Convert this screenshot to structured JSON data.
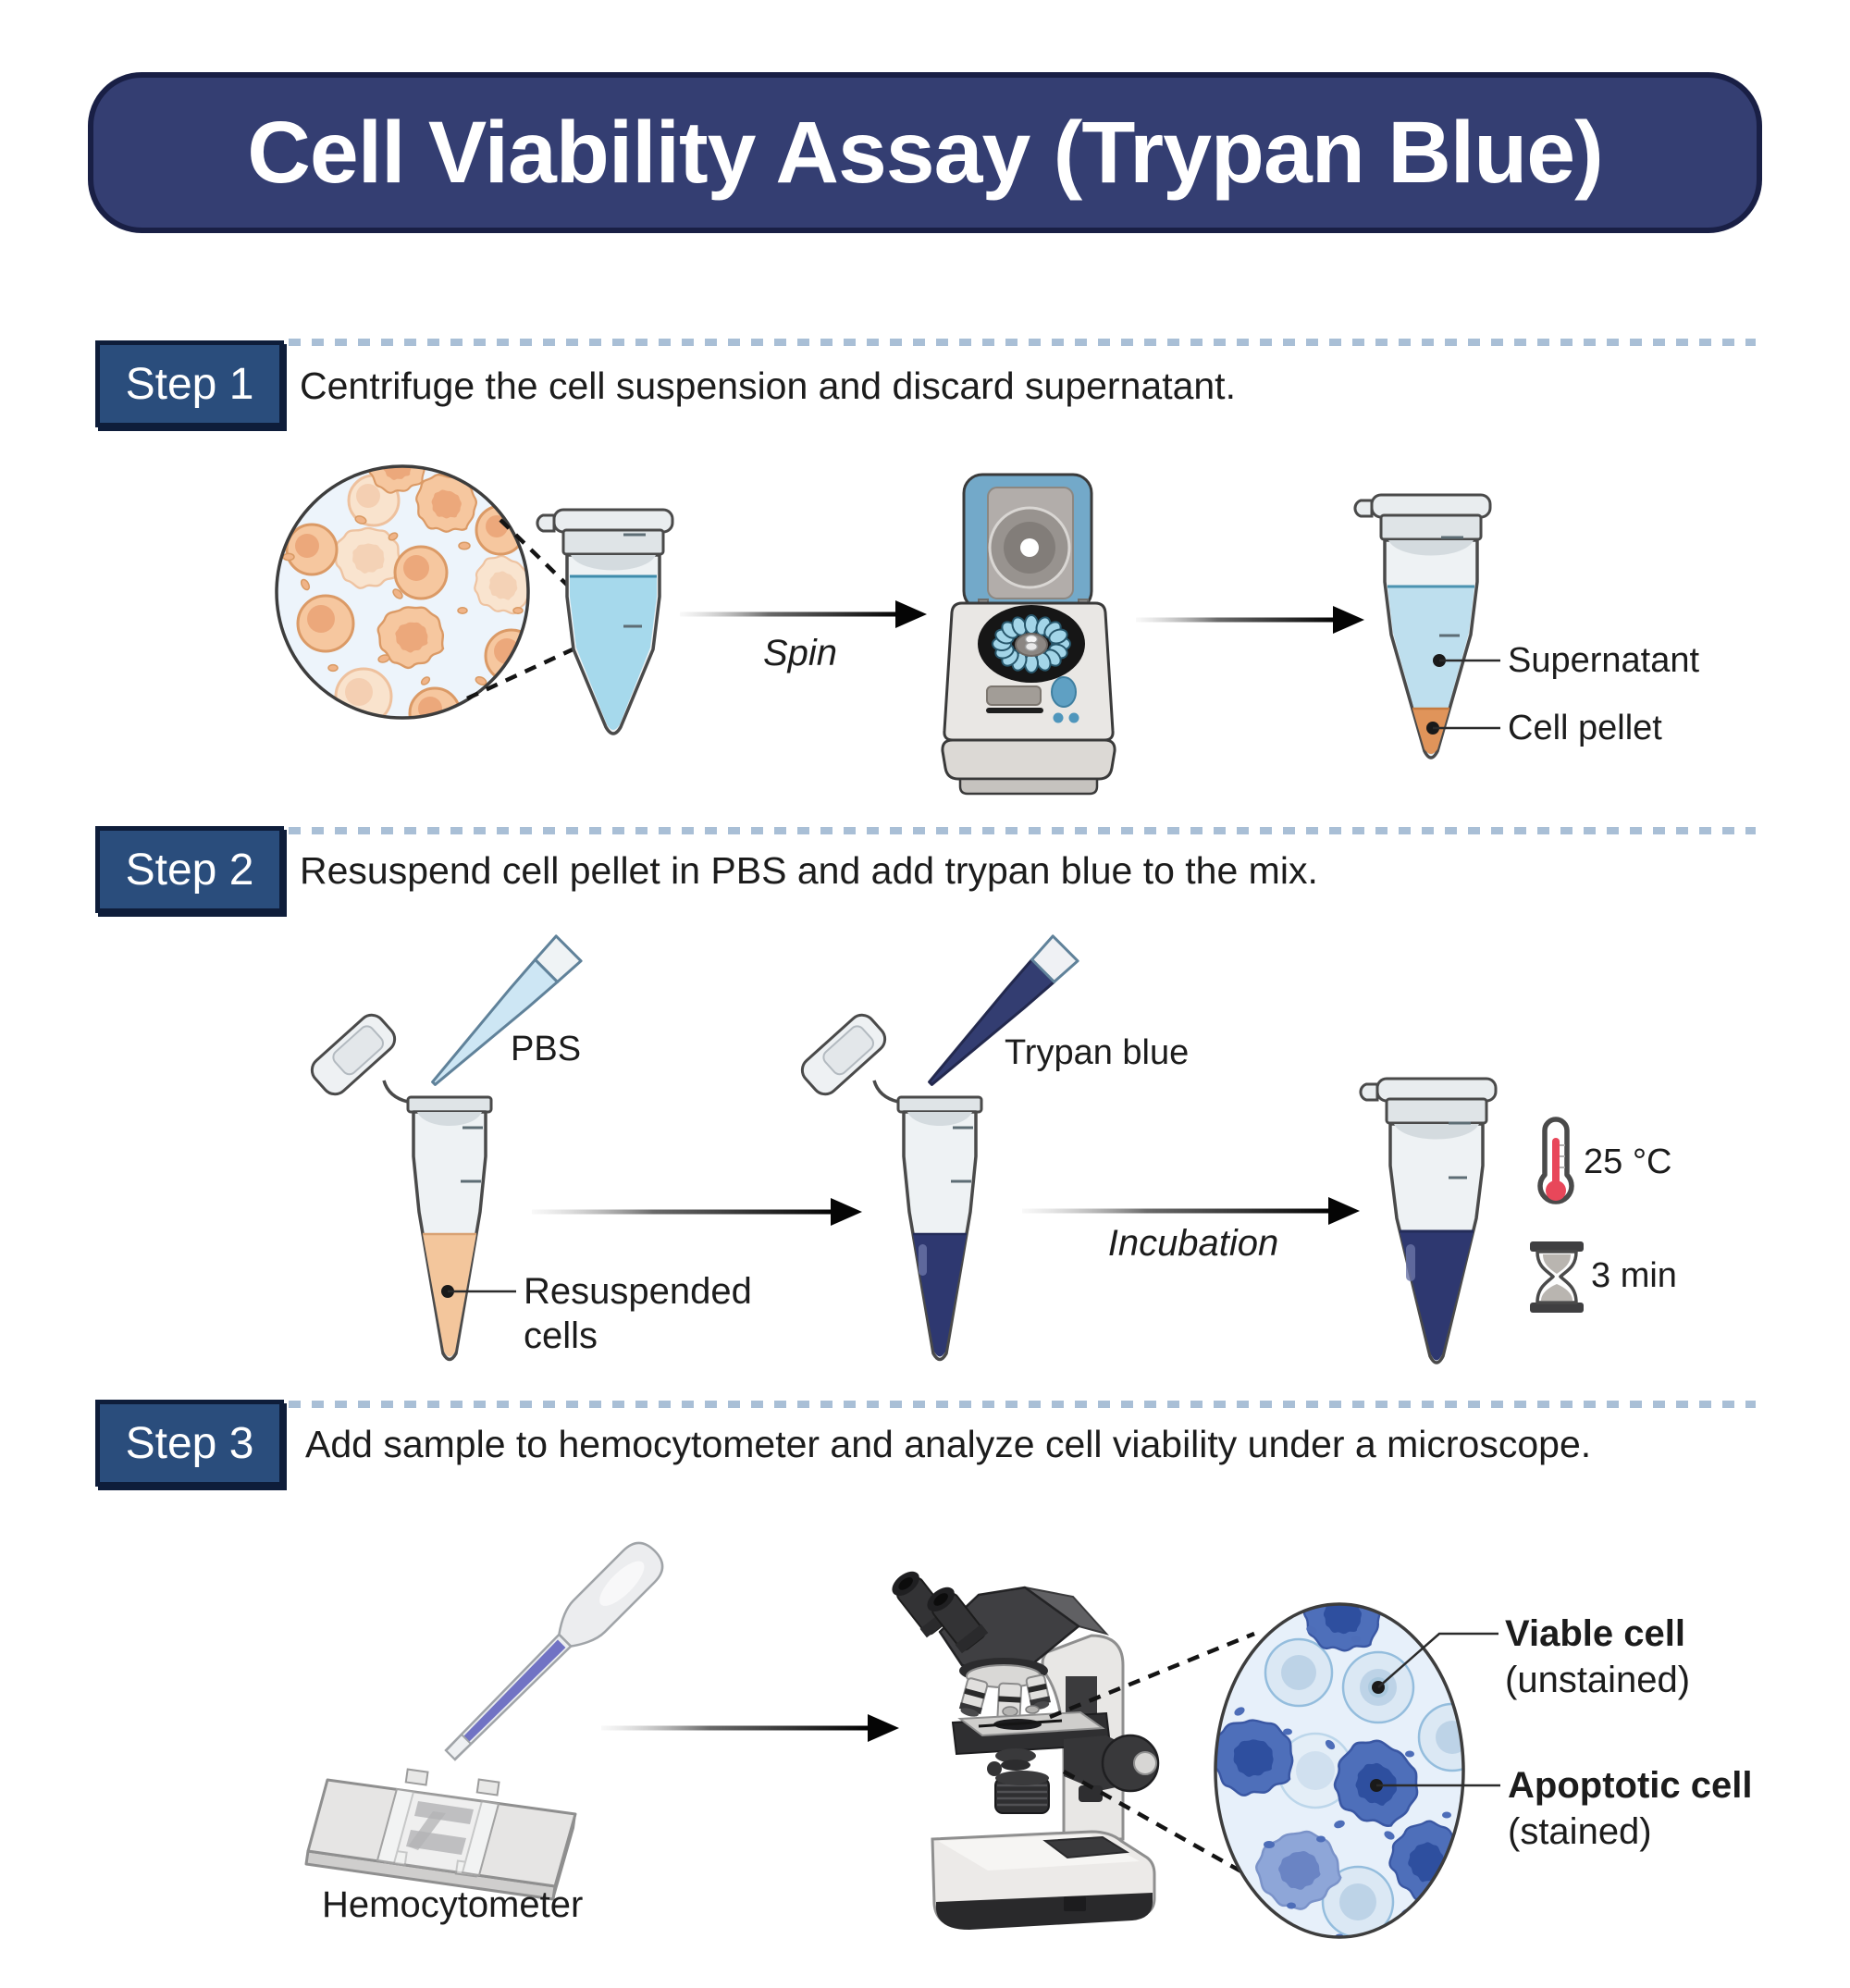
{
  "title": "Cell Viability Assay (Trypan Blue)",
  "colors": {
    "title_bg": "#343e72",
    "title_border": "#191f45",
    "step_badge_bg": "#2a4d7c",
    "step_badge_border": "#0e1d3a",
    "dotted_separator": "#a9bfd6",
    "text": "#1c1c1c",
    "pbs_liquid_blue": "#a6d9ec",
    "trypan_blue": "#2e3870",
    "cell_suspension_orange": "#f3c69c",
    "cell_pellet_orange": "#e0945a",
    "viable_cell_blue": "#d8e6f2",
    "stained_cell_blue": "#4d6db8",
    "thermometer_red": "#e8475a"
  },
  "steps": [
    {
      "label": "Step 1",
      "description": "Centrifuge the cell suspension and discard supernatant.",
      "annotations": {
        "spin": "Spin",
        "supernatant": "Supernatant",
        "cell_pellet": "Cell pellet"
      }
    },
    {
      "label": "Step 2",
      "description": "Resuspend cell pellet in PBS and add trypan blue to the mix.",
      "annotations": {
        "pbs": "PBS",
        "resuspended_cells": "Resuspended cells",
        "trypan_blue": "Trypan blue",
        "incubation": "Incubation",
        "temperature": "25 °C",
        "duration": "3 min"
      }
    },
    {
      "label": "Step 3",
      "description": "Add sample to hemocytometer and analyze cell viability under a microscope.",
      "annotations": {
        "hemocytometer": "Hemocytometer",
        "viable_cell": "Viable cell",
        "viable_cell_state": "(unstained)",
        "apoptotic_cell": "Apoptotic cell",
        "apoptotic_cell_state": "(stained)"
      }
    }
  ]
}
